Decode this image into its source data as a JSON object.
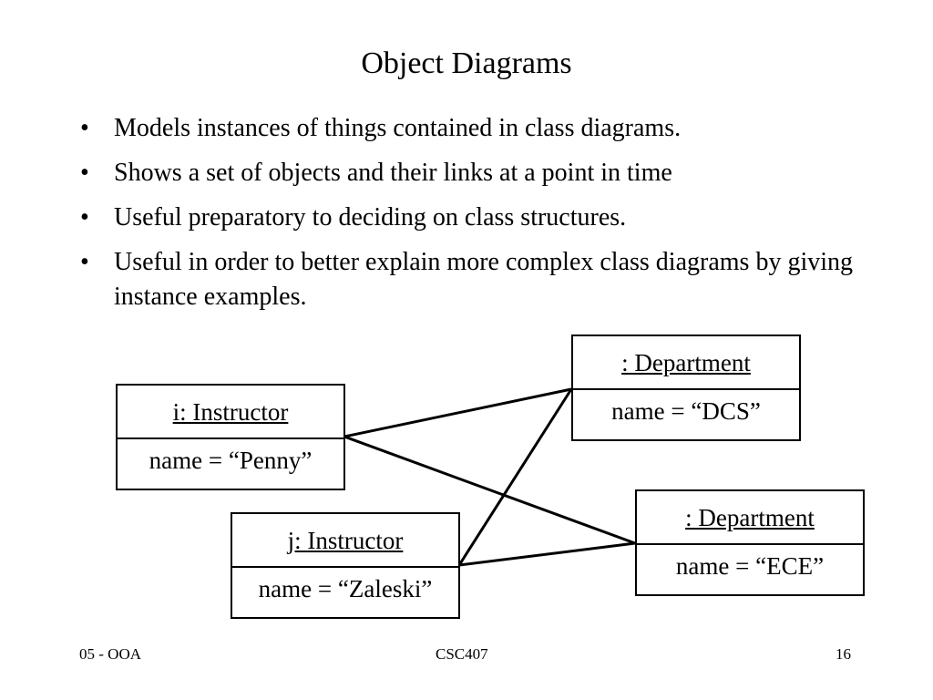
{
  "slide": {
    "title": "Object Diagrams",
    "bullets": [
      "Models instances of things contained in class diagrams.",
      "Shows a set of objects and their links at a point in time",
      "Useful preparatory to deciding on class structures.",
      "Useful in order to better explain  more complex class diagrams by giving instance examples."
    ],
    "bullet_glyph": "•"
  },
  "diagram": {
    "objects": {
      "instructor_i": {
        "name": "i: Instructor",
        "attr": "name = “Penny”"
      },
      "instructor_j": {
        "name": "j: Instructor",
        "attr": "name = “Zaleski”"
      },
      "department_dcs": {
        "name": ": Department",
        "attr": "name = “DCS”"
      },
      "department_ece": {
        "name": ": Department",
        "attr": "name = “ECE”"
      }
    },
    "links": [
      {
        "from": "instructor_i",
        "to": "department_dcs"
      },
      {
        "from": "instructor_i",
        "to": "department_ece"
      },
      {
        "from": "instructor_j",
        "to": "department_dcs"
      },
      {
        "from": "instructor_j",
        "to": "department_ece"
      }
    ]
  },
  "footer": {
    "left": "05 - OOA",
    "center": "CSC407",
    "right": "16"
  }
}
